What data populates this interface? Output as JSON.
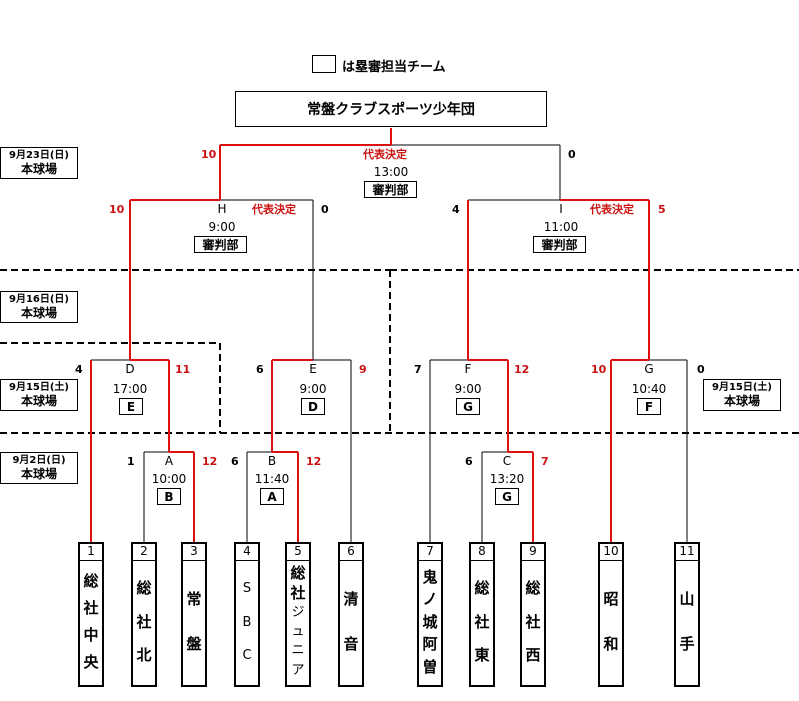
{
  "legend": {
    "text": "は塁審担当チーム"
  },
  "champion": {
    "name": "常盤クラブスポーツ少年団"
  },
  "dates": {
    "sep23": {
      "date": "9月23日(日)",
      "venue": "本球場"
    },
    "sep16": {
      "date": "9月16日(日)",
      "venue": "本球場"
    },
    "sep15_left": {
      "date": "9月15日(土)",
      "venue": "本球場"
    },
    "sep15_right": {
      "date": "9月15日(土)",
      "venue": "本球場"
    },
    "sep2": {
      "date": "9月2日(日)",
      "venue": "本球場"
    }
  },
  "final": {
    "time": "13:00",
    "umpire": "審判部",
    "decided": "代表決定",
    "score_left": "10",
    "score_right": "0"
  },
  "semis": {
    "H": {
      "label": "H",
      "time": "9:00",
      "umpire": "審判部",
      "decided": "代表決定",
      "score_left": "10",
      "score_right": "0"
    },
    "I": {
      "label": "I",
      "time": "11:00",
      "umpire": "審判部",
      "decided": "代表決定",
      "score_left": "4",
      "score_right": "5"
    }
  },
  "quarters": {
    "D": {
      "label": "D",
      "time": "17:00",
      "umpire": "E",
      "score_left": "4",
      "score_right": "11"
    },
    "E": {
      "label": "E",
      "time": "9:00",
      "umpire": "D",
      "score_left": "6",
      "score_right": "9"
    },
    "F": {
      "label": "F",
      "time": "9:00",
      "umpire": "G",
      "score_left": "7",
      "score_right": "12"
    },
    "G": {
      "label": "G",
      "time": "10:40",
      "umpire": "F",
      "score_left": "10",
      "score_right": "0"
    }
  },
  "first_round": {
    "A": {
      "label": "A",
      "time": "10:00",
      "umpire": "B",
      "score_left": "1",
      "score_right": "12"
    },
    "B": {
      "label": "B",
      "time": "11:40",
      "umpire": "A",
      "score_left": "6",
      "score_right": "12"
    },
    "C": {
      "label": "C",
      "time": "13:20",
      "umpire": "G",
      "score_left": "6",
      "score_right": "7"
    }
  },
  "teams": [
    {
      "num": "1",
      "chars": [
        "総",
        "社",
        "中",
        "央"
      ]
    },
    {
      "num": "2",
      "chars": [
        "総",
        "社",
        "北"
      ]
    },
    {
      "num": "3",
      "chars": [
        "常",
        "盤"
      ]
    },
    {
      "num": "4",
      "chars": [
        "S",
        "B",
        "C"
      ]
    },
    {
      "num": "5",
      "chars": [
        "総",
        "社",
        "ジ",
        "ュ",
        "ニ",
        "ア"
      ]
    },
    {
      "num": "6",
      "chars": [
        "清",
        "音"
      ]
    },
    {
      "num": "7",
      "chars": [
        "鬼",
        "ノ",
        "城",
        "阿",
        "曽"
      ]
    },
    {
      "num": "8",
      "chars": [
        "総",
        "社",
        "東"
      ]
    },
    {
      "num": "9",
      "chars": [
        "総",
        "社",
        "西"
      ]
    },
    {
      "num": "10",
      "chars": [
        "昭",
        "和"
      ]
    },
    {
      "num": "11",
      "chars": [
        "山",
        "手"
      ]
    }
  ],
  "colors": {
    "winner_line": "#dd1111",
    "loser_line": "#000000",
    "dashed": "#000000"
  }
}
